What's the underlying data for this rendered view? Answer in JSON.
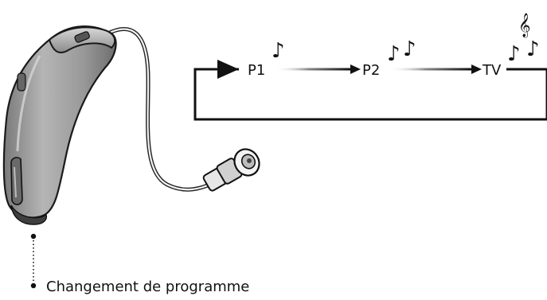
{
  "programs": [
    "P1",
    "P2",
    "TV"
  ],
  "caption": "Changement de programme",
  "glyphs": {
    "note": "♪",
    "clef": "𝄞"
  },
  "colors": {
    "line": "#111111",
    "device_body": "#8f8f8f",
    "device_highlight": "#c9c9c9",
    "device_shadow": "#5a5a5a"
  }
}
